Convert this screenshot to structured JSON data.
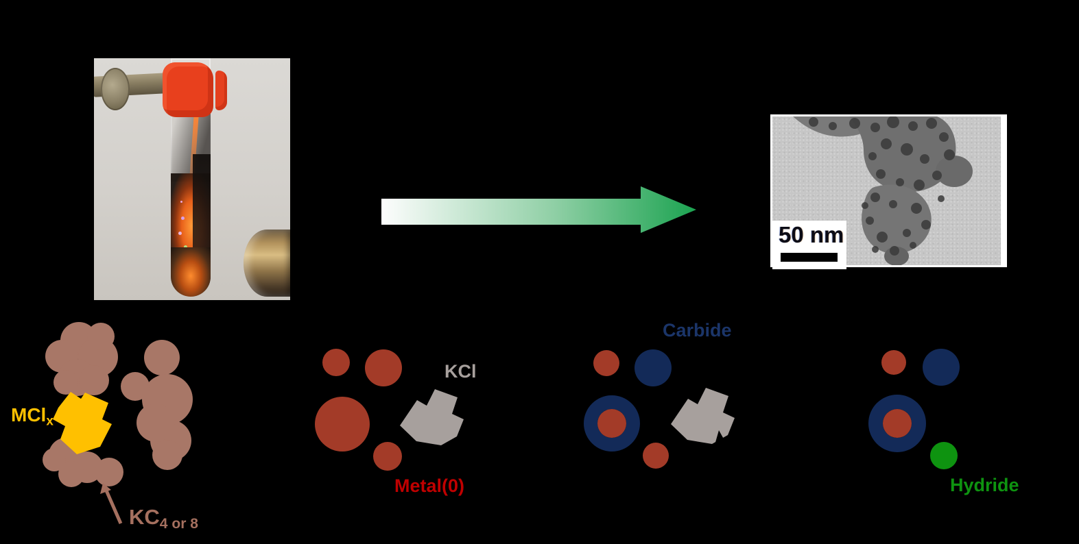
{
  "figure": {
    "type": "reaction-scheme",
    "background": "#000000"
  },
  "labels": {
    "mclx": {
      "main": "MCl",
      "sub": "x"
    },
    "kc": {
      "main": "KC",
      "sub": "4 or 8"
    },
    "kcl": "KCl",
    "metal": "Metal(0)",
    "carbide": "Carbide",
    "hydride": "Hydride"
  },
  "tem": {
    "scale_label": "50 nm"
  },
  "colors": {
    "brown_blob": "#a87767",
    "brown_text": "#a5705f",
    "yellow_crystal": "#ffc000",
    "red_particle": "#a33b28",
    "red_text": "#c00000",
    "gray_crystal": "#a7a09d",
    "navy_particle": "#132a58",
    "navy_text": "#1b3569",
    "green_particle": "#0e9310",
    "green_text": "#0e9310",
    "arrow_gradient_start": "#fdfdfd",
    "arrow_gradient_end": "#1ca351"
  }
}
